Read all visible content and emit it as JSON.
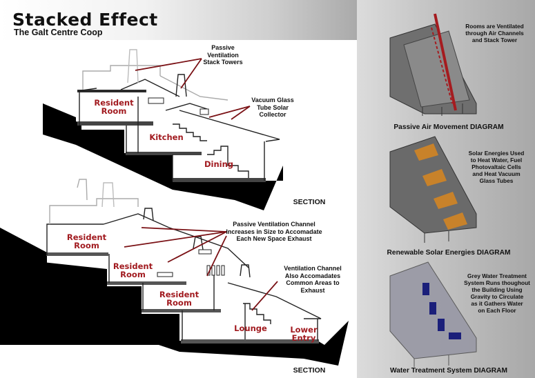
{
  "header": {
    "title": "Stacked Effect",
    "subtitle": "The Galt Centre Coop"
  },
  "section_top": {
    "callouts": {
      "stack_towers": "Passive\nVentilation\nStack Towers",
      "solar_collector": "Vacuum Glass\nTube Solar\nCollector"
    },
    "rooms": {
      "resident": "Resident\nRoom",
      "kitchen": "Kitchen",
      "dining": "Dining"
    },
    "label": "SECTION"
  },
  "section_bottom": {
    "callouts": {
      "channel": "Passive Ventilation Channel\nIncreases in Size to Accomadate\nEach New Space Exhaust",
      "common": "Ventilation Channel\nAlso Accomadates\nCommon Areas to Exhaust"
    },
    "rooms": {
      "resident_1": "Resident\nRoom",
      "resident_2": "Resident\nRoom",
      "resident_3": "Resident\nRoom",
      "lounge": "Lounge",
      "lower_entry": "Lower\nEntry"
    },
    "label": "SECTION"
  },
  "diagrams": [
    {
      "title": "Passive Air Movement DIAGRAM",
      "note": "Rooms are Ventilated\nthrough Air Channels\nand Stack Tower"
    },
    {
      "title": "Renewable Solar Energies DIAGRAM",
      "note": "Solar Energies Used\nto Heat Water, Fuel\nPhotovaltaic Cells\nand Heat Vacuum\nGlass Tubes"
    },
    {
      "title": "Water Treatment System DIAGRAM",
      "note": "Grey Water Treatment\nSystem Runs thoughout\nthe Building Using\nGravity to Circulate\nas it Gathers Water\non Each Floor"
    }
  ],
  "colors": {
    "room_label": "#a11a1f",
    "callout_line": "#7a1115",
    "ground": "#000000"
  }
}
